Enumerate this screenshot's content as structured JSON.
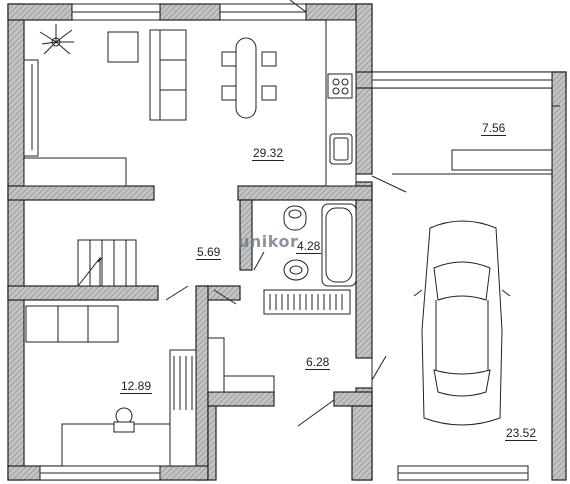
{
  "rooms": {
    "living": "29.32",
    "utility": "7.56",
    "wc": "4.28",
    "hall": "5.69",
    "corridor": "6.28",
    "bedroom": "12.89",
    "garage": "23.52"
  },
  "watermark": {
    "brand": "unik",
    "accent": "u",
    "text": "unikor"
  },
  "colors": {
    "wall": "#b9b9b9",
    "wall_hatch": "#8a8a8a",
    "line": "#222222",
    "accent": "#e8772e"
  }
}
